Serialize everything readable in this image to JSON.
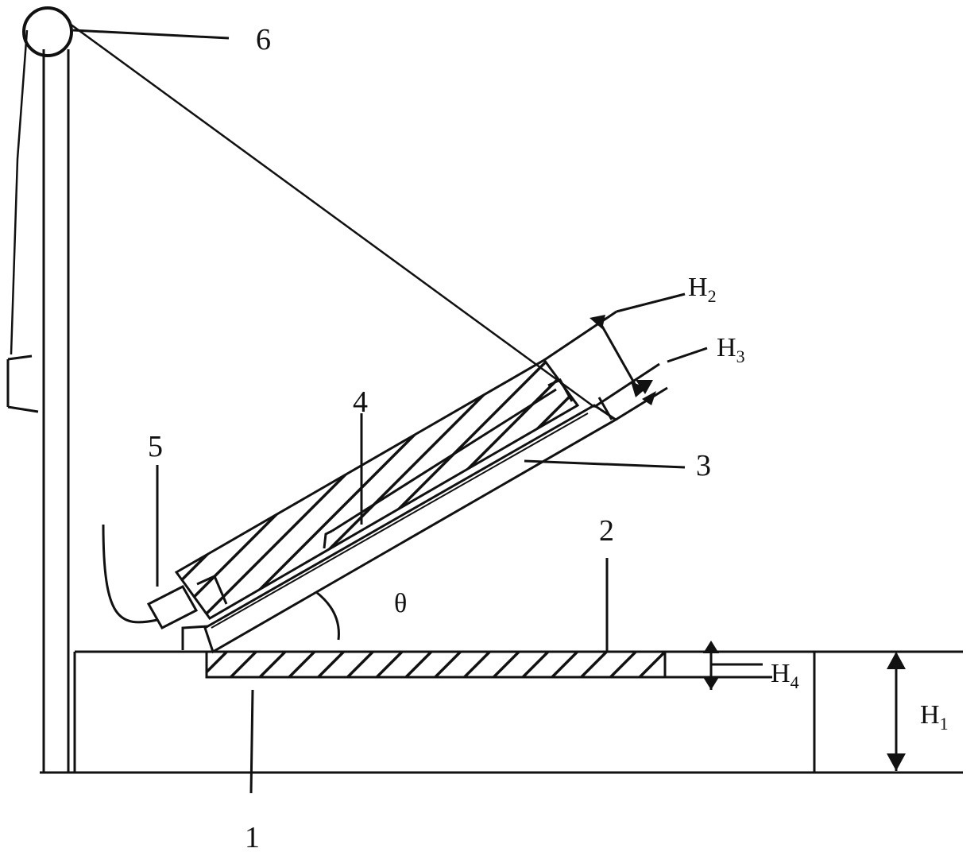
{
  "labels": {
    "part_1": "1",
    "part_2": "2",
    "part_3": "3",
    "part_4": "4",
    "part_5": "5",
    "part_6": "6",
    "angle": "θ",
    "h1": {
      "base": "H",
      "sub": "1"
    },
    "h2": {
      "base": "H",
      "sub": "2"
    },
    "h3": {
      "base": "H",
      "sub": "3"
    },
    "h4": {
      "base": "H",
      "sub": "4"
    }
  },
  "colors": {
    "ink": "#111111",
    "background": "#ffffff"
  }
}
